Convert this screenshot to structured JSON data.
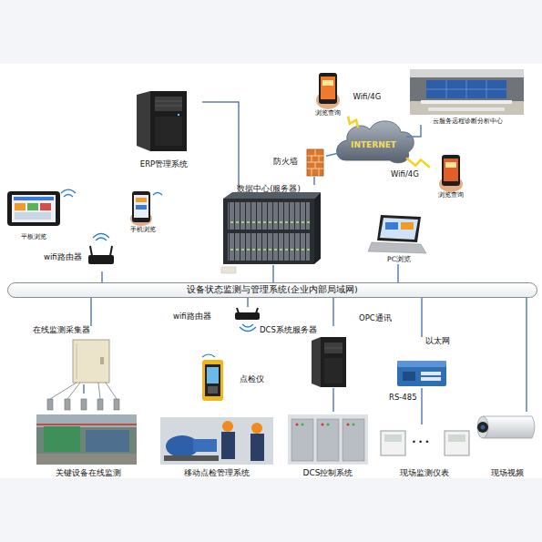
{
  "diagram": {
    "nodes": [
      {
        "text": [
          "ERP管理系统"
        ]
      },
      {
        "text": [
          "浏览查询"
        ]
      },
      {
        "text": [
          "云服务远程诊断分析中心"
        ]
      },
      {
        "text": [
          "INTERNET"
        ]
      },
      {
        "text": [
          "防火墙"
        ]
      },
      {
        "text": [
          "数据中心(服务器)"
        ]
      },
      {
        "text": [
          "浏览查询"
        ]
      },
      {
        "text": [
          "平板浏览"
        ]
      },
      {
        "text": [
          "手机浏览"
        ]
      },
      {
        "text": [
          "wifi路由器"
        ]
      },
      {
        "text": [
          "PC浏览"
        ]
      },
      {
        "text": [
          "设备状态监测与管理系统(企业内部局域网)"
        ]
      },
      {
        "text": [
          "wifi路由器"
        ]
      },
      {
        "text": [
          "在线监测采集器"
        ]
      },
      {
        "text": [
          "点检仪"
        ]
      },
      {
        "text": [
          "DCS系统服务器"
        ]
      },
      {
        "text": [
          "以太网"
        ]
      },
      {
        "text": [
          "关键设备在线监测"
        ]
      },
      {
        "text": [
          "移动点检管理系统"
        ]
      },
      {
        "text": [
          "DCS控制系统"
        ]
      },
      {
        "text": [
          "现场监测仪表"
        ]
      },
      {
        "text": [
          "现场视频"
        ]
      }
    ],
    "edges": [
      {
        "from": 0,
        "to": 5,
        "arrow": "none"
      },
      {
        "from": 5,
        "to": 11,
        "arrow": "none"
      },
      {
        "from": 5,
        "to": 4,
        "arrow": "none"
      },
      {
        "from": 4,
        "to": 3,
        "arrow": "none"
      },
      {
        "from": 3,
        "to": 2,
        "arrow": "none"
      },
      {
        "from": 3,
        "to": 1,
        "label": "Wifi/4G",
        "arrow": "none"
      },
      {
        "from": 3,
        "to": 6,
        "label": "Wifi/4G",
        "arrow": "none"
      },
      {
        "from": 9,
        "to": 11,
        "arrow": "none"
      },
      {
        "from": 10,
        "to": 11,
        "arrow": "none"
      },
      {
        "from": 11,
        "to": 12,
        "arrow": "none"
      },
      {
        "from": 13,
        "to": 11,
        "arrow": "none"
      },
      {
        "from": 13,
        "to": 17,
        "arrow": "none"
      },
      {
        "from": 15,
        "to": 11,
        "label": "OPC通讯",
        "arrow": "none"
      },
      {
        "from": 15,
        "to": 19,
        "arrow": "none"
      },
      {
        "from": 16,
        "to": 11,
        "arrow": "none"
      },
      {
        "from": 16,
        "to": 20,
        "label": "RS-485",
        "arrow": "none"
      },
      {
        "from": 21,
        "to": 11,
        "arrow": "none"
      }
    ],
    "labels": [
      "• • •"
    ]
  }
}
